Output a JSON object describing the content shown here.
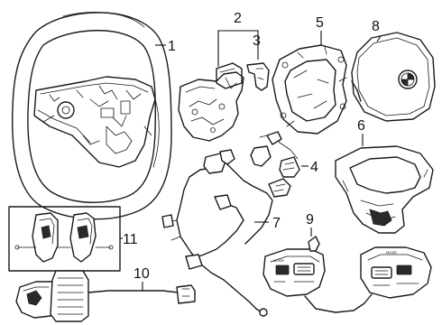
{
  "callouts": {
    "c1": "1",
    "c2": "2",
    "c3": "3",
    "c4": "4",
    "c5": "5",
    "c6": "6",
    "c7": "7",
    "c8": "8",
    "c9": "9",
    "c10": "10",
    "c11": "11"
  },
  "labels": {
    "mode_left": "MODE",
    "mode_right": "MODE"
  }
}
